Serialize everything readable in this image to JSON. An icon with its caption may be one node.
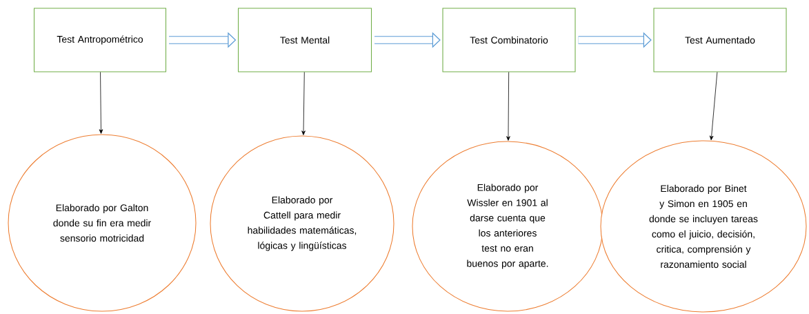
{
  "diagram": {
    "nodes": [
      {
        "text": [
          "Test Antropométrico"
        ]
      },
      {
        "text": [
          "Test Mental"
        ]
      },
      {
        "text": [
          "Test Combinatorio"
        ]
      },
      {
        "text": [
          "Test Aumentado"
        ]
      },
      {
        "text": [
          "Elaborado por Galton donde su fin era medir sensorio motricidad"
        ]
      },
      {
        "text": [
          "Elaborado por Cattell para medir habilidades matemáticas, lógicas y lingüísticas"
        ]
      },
      {
        "text": [
          "Elaborado por Wissler en 1901 al darse cuenta que los anteriores test no eran buenos por aparte."
        ]
      },
      {
        "text": [
          "Elaborado por Binet y Simon en 1905 en donde se incluyen tareas como el juicio, decisión, critica, comprensión y razonamiento social"
        ]
      }
    ],
    "edges": [
      {
        "from": 0,
        "to": 1,
        "arrow": "to",
        "style": "thick",
        "color": "#5b9bd5"
      },
      {
        "from": 1,
        "to": 2,
        "arrow": "to",
        "style": "thick",
        "color": "#5b9bd5"
      },
      {
        "from": 2,
        "to": 3,
        "arrow": "to",
        "style": "thick",
        "color": "#5b9bd5"
      },
      {
        "from": 0,
        "to": 4,
        "arrow": "to"
      },
      {
        "from": 1,
        "to": 5,
        "arrow": "to"
      },
      {
        "from": 2,
        "to": 6,
        "arrow": "to"
      },
      {
        "from": 3,
        "to": 7,
        "arrow": "to"
      }
    ]
  }
}
